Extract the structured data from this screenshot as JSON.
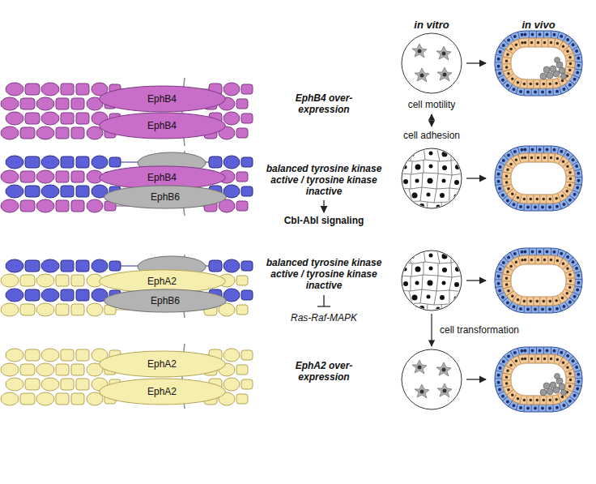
{
  "diagram": {
    "nodes": [
      {
        "text": [
          "EphB4"
        ]
      },
      {
        "text": [
          "EphB4"
        ]
      },
      {
        "text": [
          "EphB4"
        ]
      },
      {
        "text": [
          "EphB6"
        ]
      },
      {
        "text": [
          "EphA2"
        ]
      },
      {
        "text": [
          "EphB6"
        ]
      },
      {
        "text": [
          "EphA2"
        ]
      },
      {
        "text": [
          "EphA2"
        ]
      }
    ],
    "labels": [
      "in vitro",
      "in vivo",
      "EphB4 over-expression",
      "cell motility",
      "cell adhesion",
      "balanced tyrosine kinase active / tyrosine kinase inactive",
      "Cbl-Abl signaling",
      "balanced tyrosine kinase active / tyrosine kinase inactive",
      "Ras-Raf-MAPK",
      "cell transformation",
      "EphA2 over-expression"
    ]
  }
}
